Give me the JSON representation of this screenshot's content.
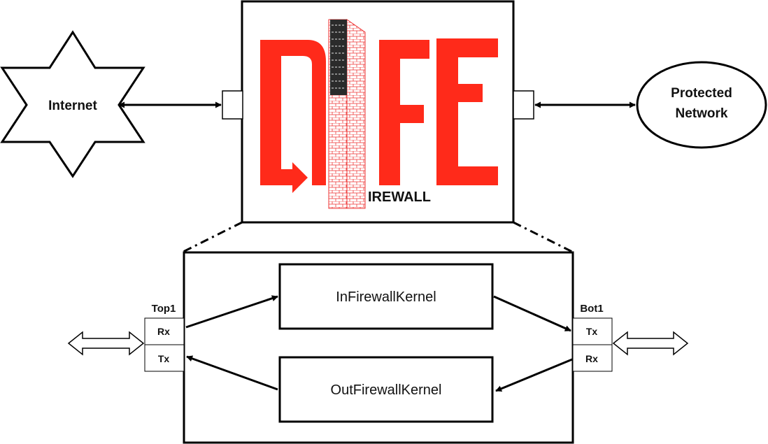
{
  "nodes": {
    "internet": "Internet",
    "protected_line1": "Protected",
    "protected_line2": "Network"
  },
  "logo": {
    "caption": "IREWALL",
    "brand_color": "#ff2a1a"
  },
  "kernels": {
    "in_kernel": "InFirewallKernel",
    "out_kernel": "OutFirewallKernel"
  },
  "ports": {
    "top_name": "Top1",
    "top_rx": "Rx",
    "top_tx": "Tx",
    "bot_name": "Bot1",
    "bot_tx": "Tx",
    "bot_rx": "Rx"
  }
}
